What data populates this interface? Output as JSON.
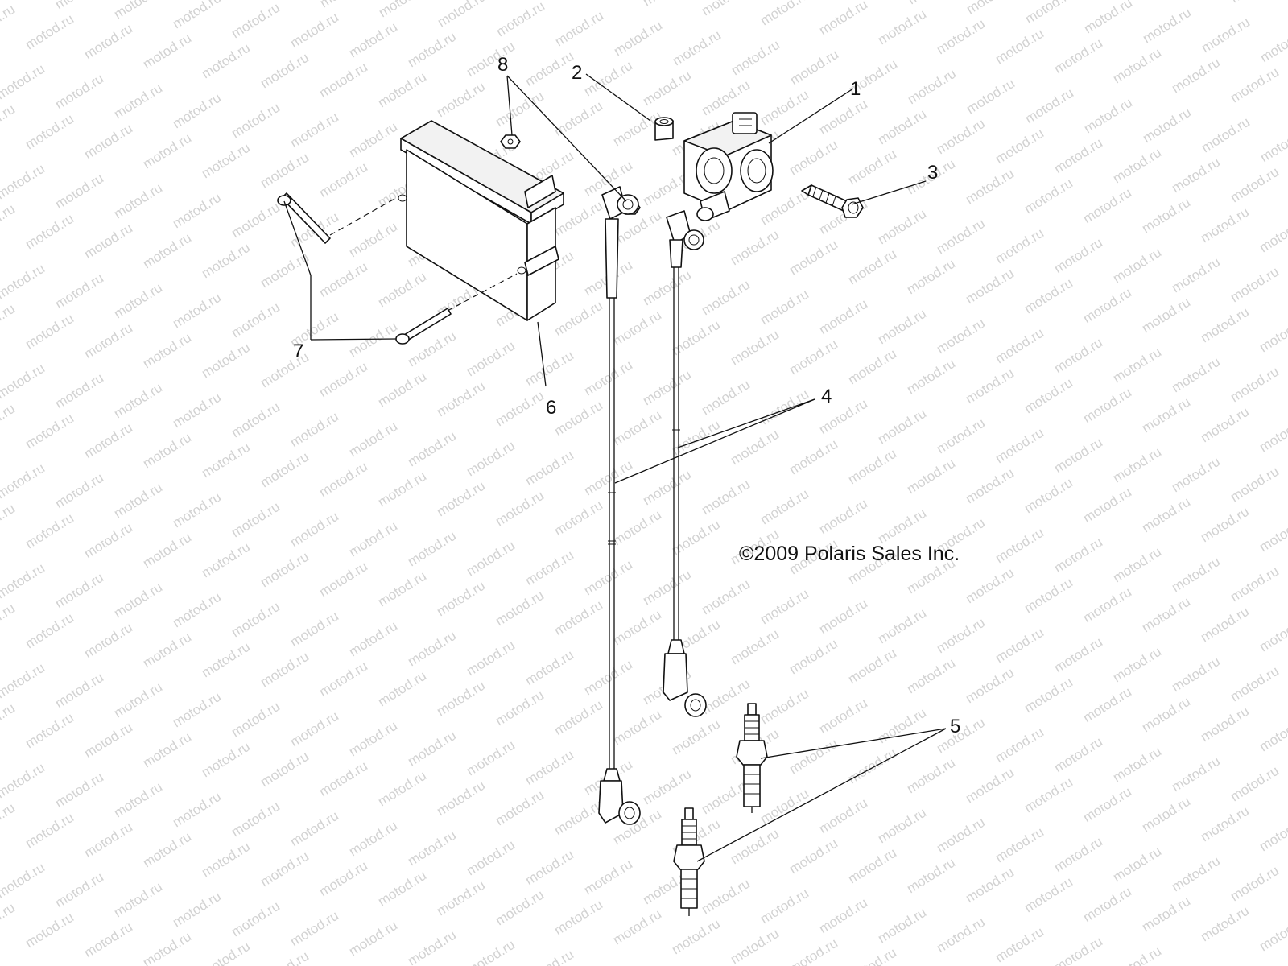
{
  "watermark": "motod.ru",
  "copyright": "©2009 Polaris Sales Inc.",
  "callouts": [
    {
      "id": "1",
      "label": "1"
    },
    {
      "id": "2",
      "label": "2"
    },
    {
      "id": "3",
      "label": "3"
    },
    {
      "id": "4",
      "label": "4"
    },
    {
      "id": "5",
      "label": "5"
    },
    {
      "id": "6",
      "label": "6"
    },
    {
      "id": "7",
      "label": "7"
    },
    {
      "id": "8",
      "label": "8"
    }
  ]
}
